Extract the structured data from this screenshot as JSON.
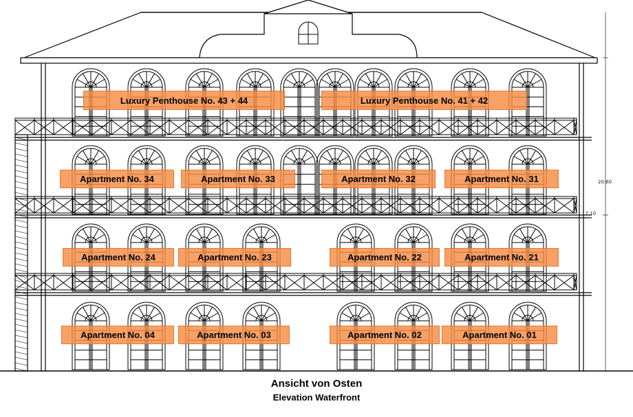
{
  "units": {
    "penthouse_43_44": "Luxury Penthouse No. 43 + 44",
    "penthouse_41_42": "Luxury Penthouse No. 41 + 42",
    "apt_34": "Apartment No. 34",
    "apt_33": "Apartment No. 33",
    "apt_32": "Apartment No. 32",
    "apt_31": "Apartment No. 31",
    "apt_24": "Apartment No. 24",
    "apt_23": "Apartment No. 23",
    "apt_22": "Apartment No. 22",
    "apt_21": "Apartment No. 21",
    "apt_04": "Apartment No. 04",
    "apt_03": "Apartment No. 03",
    "apt_02": "Apartment No. 02",
    "apt_01": "Apartment No. 01"
  },
  "dimensions": {
    "total_height": "20.60",
    "upper_floor_level": "17.10"
  },
  "caption": {
    "title": "Ansicht von Osten",
    "subtitle": "Elevation Waterfront"
  },
  "colors": {
    "label_fill": "#f58c46",
    "line": "#000000"
  }
}
